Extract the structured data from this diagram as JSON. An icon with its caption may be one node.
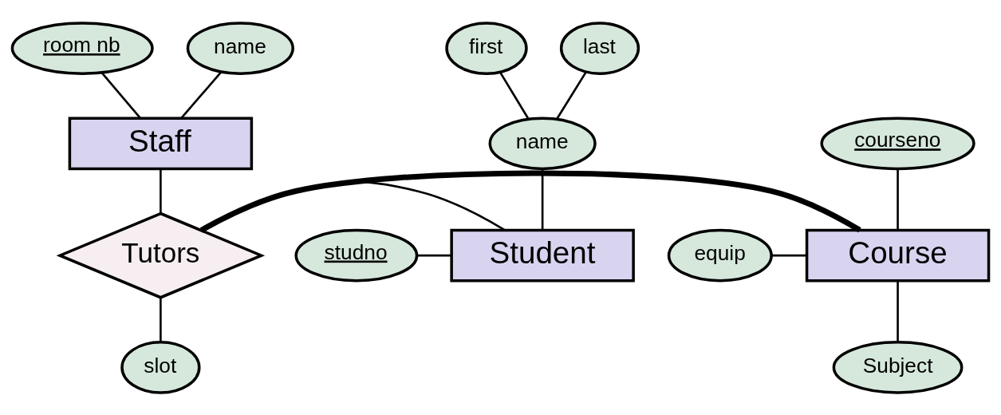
{
  "diagram": {
    "nodes": [
      {
        "text": [
          "room nb"
        ]
      },
      {
        "text": [
          "name"
        ]
      },
      {
        "text": [
          "Staff"
        ]
      },
      {
        "text": [
          "first"
        ]
      },
      {
        "text": [
          "last"
        ]
      },
      {
        "text": [
          "name"
        ]
      },
      {
        "text": [
          "courseno"
        ]
      },
      {
        "text": [
          "equip"
        ]
      },
      {
        "text": [
          "studno"
        ]
      },
      {
        "text": [
          "Tutors"
        ]
      },
      {
        "text": [
          "Student"
        ]
      },
      {
        "text": [
          "Course"
        ]
      },
      {
        "text": [
          "slot"
        ]
      },
      {
        "text": [
          "Subject"
        ]
      }
    ],
    "edges": [
      {
        "from": 0,
        "to": 2,
        "arrow": "none"
      },
      {
        "from": 1,
        "to": 2,
        "arrow": "none"
      },
      {
        "from": 2,
        "to": 9,
        "arrow": "none"
      },
      {
        "from": 3,
        "to": 5,
        "arrow": "none"
      },
      {
        "from": 4,
        "to": 5,
        "arrow": "none"
      },
      {
        "from": 5,
        "to": 10,
        "arrow": "none"
      },
      {
        "from": 8,
        "to": 10,
        "arrow": "none"
      },
      {
        "from": 10,
        "to": 9,
        "arrow": "none"
      },
      {
        "from": 9,
        "to": 11,
        "arrow": "none",
        "style": "thick"
      },
      {
        "from": 6,
        "to": 11,
        "arrow": "none"
      },
      {
        "from": 7,
        "to": 11,
        "arrow": "none"
      },
      {
        "from": 9,
        "to": 12,
        "arrow": "none"
      },
      {
        "from": 11,
        "to": 13,
        "arrow": "none"
      }
    ]
  }
}
